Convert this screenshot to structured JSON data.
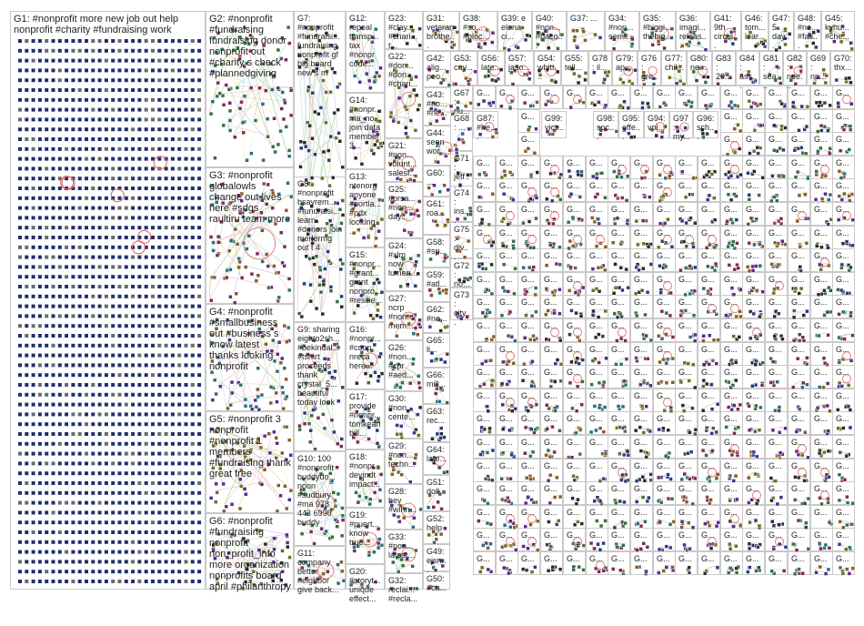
{
  "title": "",
  "groups": [
    {
      "id": "G1",
      "label": "G1: #nonprofit more new job out help nonprofit #charity #fundraising work"
    },
    {
      "id": "G2",
      "label": "G2: #nonprofit #fundraising fundraising donor nonprofit out #charity s check #plannedgiving"
    },
    {
      "id": "G3",
      "label": "G3: #nonprofit globalowls change out lives here #sdgs raultiru team more"
    },
    {
      "id": "G4",
      "label": "G4: #nonprofit #smallbusiness out #business s know latest thanks looking nonprofit"
    },
    {
      "id": "G5",
      "label": "G5: #nonprofit 3 nonprofit #nonprofit 1 members #fundraising thank great free"
    },
    {
      "id": "G6",
      "label": "G6: #nonprofit #fundraising nonprofit non_profit_info more organization nonprofits board april #philanthropy"
    },
    {
      "id": "G7",
      "label": "G7: #nonprofit #fundraisi... fundraising nonprofit gf big board new s m"
    },
    {
      "id": "G8",
      "label": "G8: #nonprofit bsayrem... #fundraisi... learn #donors join merlermg out t 4"
    },
    {
      "id": "G9",
      "label": "G9: sharing eighto2sh... #bekindal... #tshirt proceeds thank crystal_5... beautiful today look"
    },
    {
      "id": "G10",
      "label": "G10: 100 #nonprofit buddydo... noon #sudbury #ma 978 443 6990 buddy"
    },
    {
      "id": "G11",
      "label": "G11: company better neighbor give back..."
    },
    {
      "id": "G12",
      "label": "G12: repeal transp... tax #nonpr code..."
    },
    {
      "id": "G13",
      "label": "G13: ntenorg anyone #portla... #pdx looking..."
    },
    {
      "id": "G14",
      "label": "G14: #nonpr... ma_no... join data member 3..."
    },
    {
      "id": "G15",
      "label": "G15: #nonpr... #grant... grant nonpro... #resilie..."
    },
    {
      "id": "G16",
      "label": "G16: #nonpr... #coop nreca here..."
    },
    {
      "id": "G17",
      "label": "G17: provide #nonpr... tomkean bill..."
    },
    {
      "id": "G18",
      "label": "G18: #nonpr... devindt impact..."
    },
    {
      "id": "G19",
      "label": "G19: #puert... know true..."
    },
    {
      "id": "G20",
      "label": "G20: #storyt... unique effect..."
    },
    {
      "id": "G21",
      "label": "G21: #non... volunt... salesf..."
    },
    {
      "id": "G22",
      "label": "G22: #don... #don... #chari..."
    },
    {
      "id": "G23",
      "label": "G23: #clay... #chari... t..."
    },
    {
      "id": "G24",
      "label": "G24: #xlm now lumen..."
    },
    {
      "id": "G25",
      "label": "G25: #prsa... #non... day..."
    },
    {
      "id": "G26",
      "label": "G26: #non... #cpr #aed..."
    },
    {
      "id": "G27",
      "label": "G27: ncrp #non... mem..."
    },
    {
      "id": "G28",
      "label": "G28: hey #winn..."
    },
    {
      "id": "G29",
      "label": "G29: #non... techn..."
    },
    {
      "id": "G30",
      "label": "G30: #non... cente..."
    },
    {
      "id": "G31",
      "label": "G31: veteran brothe..."
    },
    {
      "id": "G32",
      "label": "G32: reclai... #recla..."
    },
    {
      "id": "G33",
      "label": "G33: #non... latest..."
    },
    {
      "id": "G34",
      "label": "G34: #non... semli..."
    },
    {
      "id": "G35",
      "label": "G35: #biggi... thebig..."
    },
    {
      "id": "G36",
      "label": "G36: imagi... releas..."
    },
    {
      "id": "G37",
      "label": "G37: ..."
    },
    {
      "id": "G38",
      "label": "G38: #so... #bloc..."
    },
    {
      "id": "G39",
      "label": "G39: e elena ci..."
    },
    {
      "id": "G40",
      "label": "G40: #non... #paco..."
    },
    {
      "id": "G41",
      "label": "G41: 9th circui..."
    },
    {
      "id": "G42",
      "label": "G42: alig... peo..."
    },
    {
      "id": "G43",
      "label": "G43: #no... #ne..."
    },
    {
      "id": "G44",
      "label": "G44: seen wor..."
    },
    {
      "id": "G45",
      "label": "G45: kyhu... #che..."
    },
    {
      "id": "G46",
      "label": "G46: tom... lear..."
    },
    {
      "id": "G47",
      "label": "G47: 5 day..."
    },
    {
      "id": "G48",
      "label": "G48: #no... #fas..."
    },
    {
      "id": "G49",
      "label": "G49: ejsn..."
    },
    {
      "id": "G50",
      "label": "G50: #ca..."
    },
    {
      "id": "G51",
      "label": "G51: doll..."
    },
    {
      "id": "G52",
      "label": "G52: help"
    },
    {
      "id": "G53",
      "label": "G53: cuy..."
    },
    {
      "id": "G54",
      "label": "G54: whitt..."
    },
    {
      "id": "G55",
      "label": "G55: tell..."
    },
    {
      "id": "G56",
      "label": "G56: late..."
    },
    {
      "id": "G57",
      "label": "G57: jaso..."
    },
    {
      "id": "G58",
      "label": "G58: #sp..."
    },
    {
      "id": "G59",
      "label": "G59: #atl..."
    },
    {
      "id": "G60",
      "label": "G60: ..."
    },
    {
      "id": "G61",
      "label": "G61: roa..."
    },
    {
      "id": "G62",
      "label": "G62: #no..."
    },
    {
      "id": "G63",
      "label": "G63: rec..."
    },
    {
      "id": "G64",
      "label": "G64: late..."
    },
    {
      "id": "G65",
      "label": "G65: li..."
    },
    {
      "id": "G66",
      "label": "G66: mill..."
    },
    {
      "id": "G67",
      "label": "G67: nu..."
    },
    {
      "id": "G68",
      "label": "G68: ..."
    },
    {
      "id": "G69",
      "label": "G69: np..."
    },
    {
      "id": "G70",
      "label": "G70: thx..."
    },
    {
      "id": "G71",
      "label": "G71: jeff..."
    },
    {
      "id": "G72",
      "label": "G72: no..."
    },
    {
      "id": "G73",
      "label": "G73: city..."
    },
    {
      "id": "G74",
      "label": "G74: ins..."
    },
    {
      "id": "G75",
      "label": "G75: div..."
    },
    {
      "id": "G76",
      "label": "G76: gre..."
    },
    {
      "id": "G77",
      "label": "G77: chil..."
    },
    {
      "id": "G78",
      "label": "G78: il..."
    },
    {
      "id": "G79",
      "label": "G79: ap..."
    },
    {
      "id": "G80",
      "label": "G80: ne..."
    },
    {
      "id": "G81",
      "label": "G81: sea..."
    },
    {
      "id": "G82",
      "label": "G82: nee..."
    },
    {
      "id": "G83",
      "label": "G83: 20..."
    },
    {
      "id": "G84",
      "label": "G84: ass..."
    },
    {
      "id": "G87",
      "label": "G87: #he..."
    },
    {
      "id": "G94",
      "label": "G94: voi..."
    },
    {
      "id": "G95",
      "label": "G95: effe..."
    },
    {
      "id": "G96",
      "label": "G96: sch..."
    },
    {
      "id": "G97",
      "label": "G97: my..."
    },
    {
      "id": "G98",
      "label": "G98: soc..."
    },
    {
      "id": "G99",
      "label": "G99: vict..."
    }
  ],
  "tile_label": "G..."
}
